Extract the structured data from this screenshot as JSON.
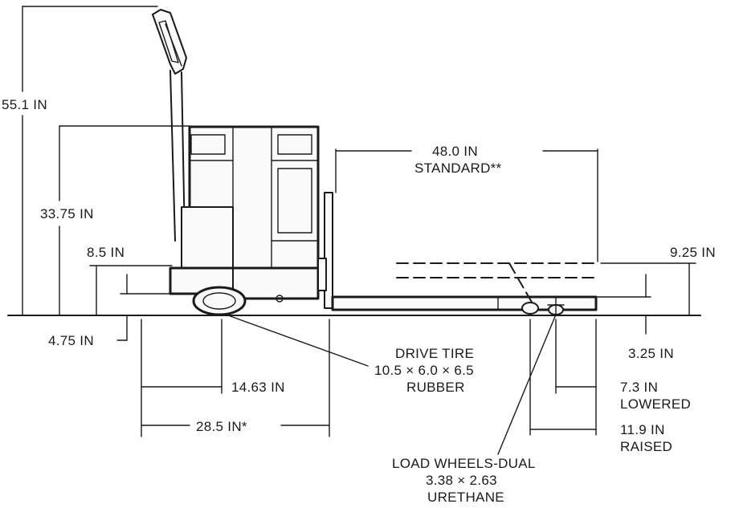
{
  "labels": {
    "overall_height": "55.1 IN",
    "body_height": "33.75 IN",
    "chassis_height": "8.5 IN",
    "ground_clearance": "4.75 IN",
    "fork_length_value": "48.0 IN",
    "fork_length_note": "STANDARD**",
    "fork_raised_height": "9.25 IN",
    "fork_lowered_height": "3.25 IN",
    "drive_tire_title": "DRIVE TIRE",
    "drive_tire_size": "10.5 × 6.0 × 6.5",
    "drive_tire_material": "RUBBER",
    "drive_wheel_offset": "14.63 IN",
    "base_length": "28.5 IN*",
    "load_wheel_lowered_value": "7.3 IN",
    "load_wheel_lowered_note": "LOWERED",
    "load_wheel_raised_value": "11.9 IN",
    "load_wheel_raised_note": "RAISED",
    "load_wheels_title": "LOAD WHEELS-DUAL",
    "load_wheels_size": "3.38 × 2.63",
    "load_wheels_material": "URETHANE"
  },
  "colors": {
    "ink": "#1a1a1a",
    "paper": "#ffffff"
  }
}
